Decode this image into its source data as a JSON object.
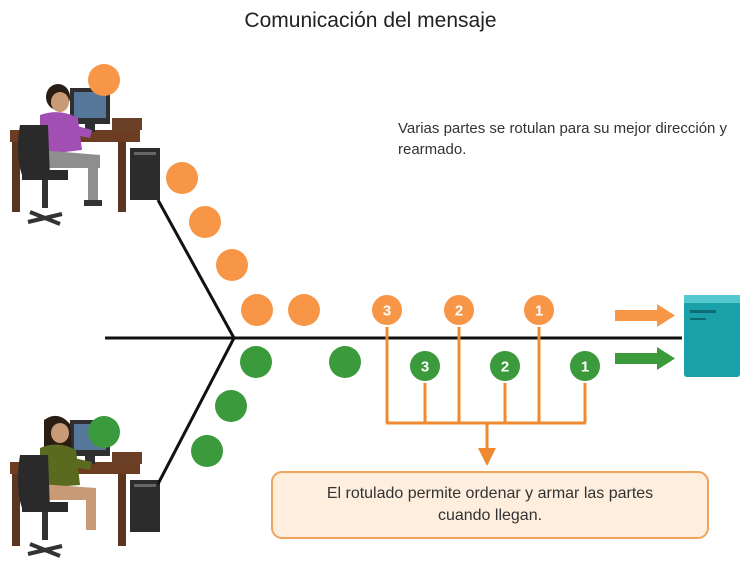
{
  "title": "Comunicación del mensaje",
  "note": "Varias partes se rotulan para su mejor dirección y rearmado.",
  "callout": "El rotulado permite ordenar y armar las partes cuando llegan.",
  "colors": {
    "orange": "#f79646",
    "green": "#3b9a3c",
    "line": "#111111",
    "bracket": "#f08a30",
    "server": "#1aa0a8"
  },
  "orange_labels": [
    "3",
    "2",
    "1"
  ],
  "green_labels": [
    "3",
    "2",
    "1"
  ],
  "icons": [
    "orange-arrow-icon",
    "green-arrow-icon",
    "server-icon",
    "workstation-man-icon",
    "workstation-woman-icon"
  ]
}
